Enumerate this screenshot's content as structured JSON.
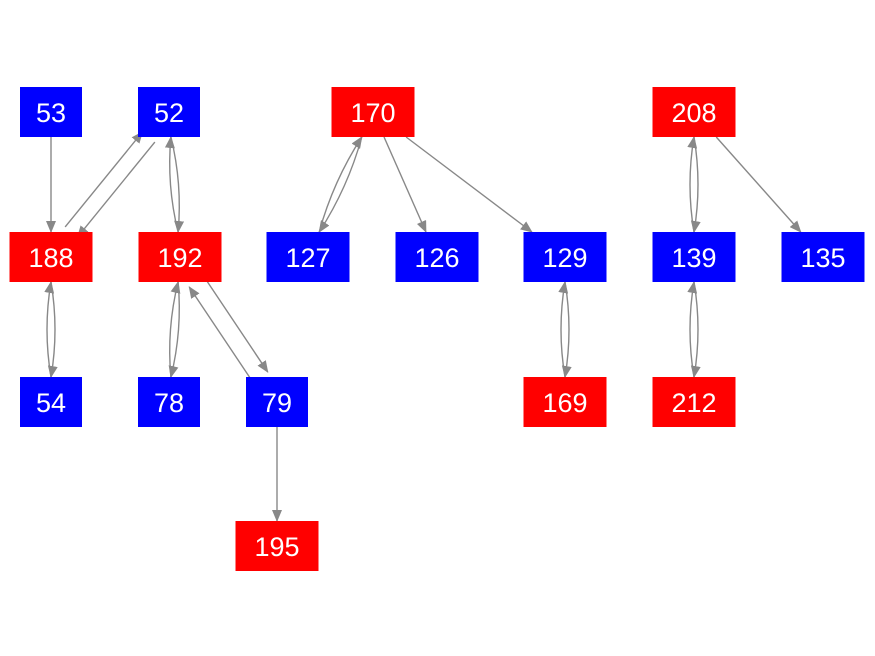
{
  "colors": {
    "red": "#ff0000",
    "blue": "#0000ff",
    "edge": "#888888",
    "label": "#ffffff"
  },
  "nodes": [
    {
      "id": "53",
      "label": "53",
      "color": "blue"
    },
    {
      "id": "52",
      "label": "52",
      "color": "blue"
    },
    {
      "id": "170",
      "label": "170",
      "color": "red"
    },
    {
      "id": "208",
      "label": "208",
      "color": "red"
    },
    {
      "id": "188",
      "label": "188",
      "color": "red"
    },
    {
      "id": "192",
      "label": "192",
      "color": "red"
    },
    {
      "id": "127",
      "label": "127",
      "color": "blue"
    },
    {
      "id": "126",
      "label": "126",
      "color": "blue"
    },
    {
      "id": "129",
      "label": "129",
      "color": "blue"
    },
    {
      "id": "139",
      "label": "139",
      "color": "blue"
    },
    {
      "id": "135",
      "label": "135",
      "color": "blue"
    },
    {
      "id": "54",
      "label": "54",
      "color": "blue"
    },
    {
      "id": "78",
      "label": "78",
      "color": "blue"
    },
    {
      "id": "79",
      "label": "79",
      "color": "blue"
    },
    {
      "id": "169",
      "label": "169",
      "color": "red"
    },
    {
      "id": "212",
      "label": "212",
      "color": "red"
    },
    {
      "id": "195",
      "label": "195",
      "color": "red"
    }
  ],
  "edges": [
    {
      "from": "53",
      "to": "188"
    },
    {
      "from": "52",
      "to": "188"
    },
    {
      "from": "188",
      "to": "52"
    },
    {
      "from": "52",
      "to": "192"
    },
    {
      "from": "192",
      "to": "52"
    },
    {
      "from": "188",
      "to": "54"
    },
    {
      "from": "54",
      "to": "188"
    },
    {
      "from": "192",
      "to": "78"
    },
    {
      "from": "78",
      "to": "192"
    },
    {
      "from": "192",
      "to": "79"
    },
    {
      "from": "79",
      "to": "192"
    },
    {
      "from": "79",
      "to": "195"
    },
    {
      "from": "170",
      "to": "127"
    },
    {
      "from": "127",
      "to": "170"
    },
    {
      "from": "170",
      "to": "126"
    },
    {
      "from": "170",
      "to": "129"
    },
    {
      "from": "129",
      "to": "169"
    },
    {
      "from": "169",
      "to": "129"
    },
    {
      "from": "208",
      "to": "139"
    },
    {
      "from": "139",
      "to": "208"
    },
    {
      "from": "208",
      "to": "135"
    },
    {
      "from": "139",
      "to": "212"
    },
    {
      "from": "212",
      "to": "139"
    }
  ]
}
